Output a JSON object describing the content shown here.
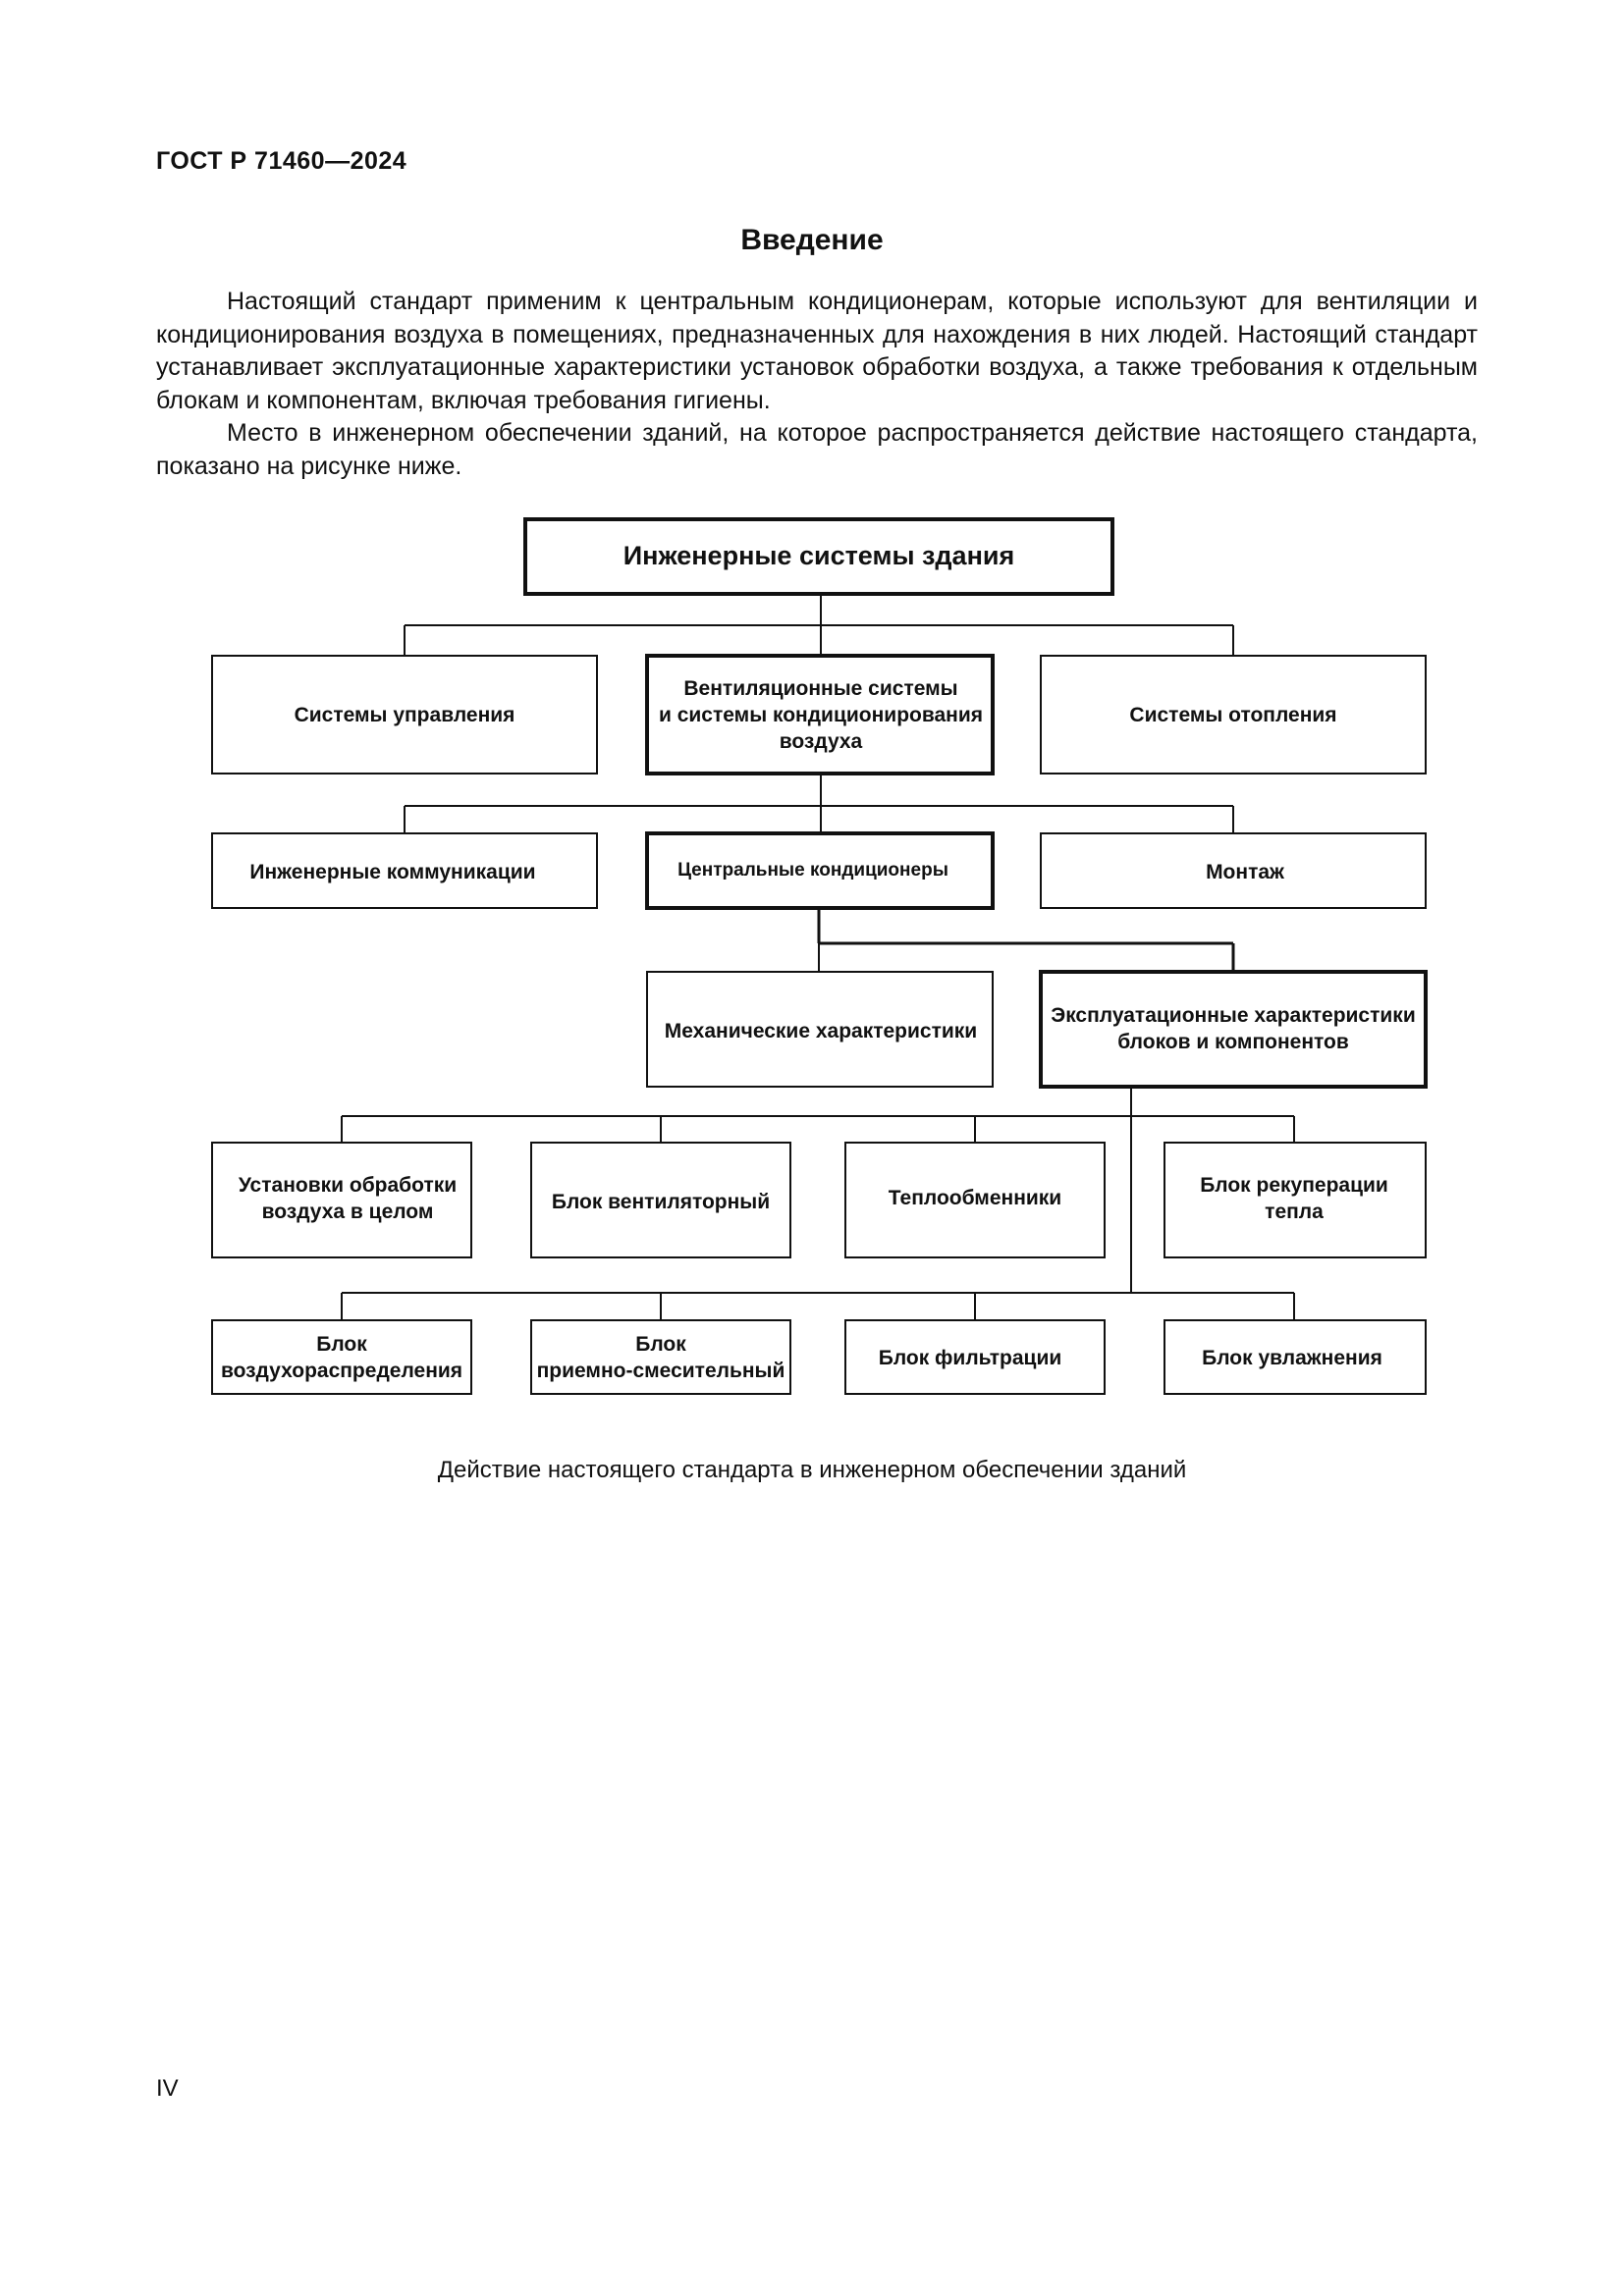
{
  "header": {
    "document_code": "ГОСТ Р 71460—2024"
  },
  "section": {
    "title": "Введение",
    "paragraphs": [
      "Настоящий стандарт применим к центральным кондиционерам, которые используют для вентиляции и кондиционирования воздуха в помещениях, предназначенных для нахождения в них людей. Настоящий стандарт устанавливает эксплуатационные характеристики установок обработки воздуха, а также требования к отдельным блокам и компонентам, включая требования гигиены.",
      "Место в инженерном обеспечении зданий, на которое распространяется действие настоящего стандарта, показано на рисунке ниже."
    ]
  },
  "diagram": {
    "root": {
      "lines": [
        "Инженерные системы здания"
      ]
    },
    "level1": [
      {
        "lines": [
          "Системы управления"
        ]
      },
      {
        "lines": [
          "Вентиляционные системы",
          "и системы кондиционирования",
          "воздуха"
        ]
      },
      {
        "lines": [
          "Системы отопления"
        ]
      }
    ],
    "level2": [
      {
        "lines": [
          "Инженерные коммуникации"
        ]
      },
      {
        "lines": [
          "Центральные кондиционеры"
        ]
      },
      {
        "lines": [
          "Монтаж"
        ]
      }
    ],
    "level3": [
      {
        "lines": [
          "Механические характеристики"
        ]
      },
      {
        "lines": [
          "Эксплуатационные характеристики",
          "блоков и компонентов"
        ]
      }
    ],
    "level4": [
      {
        "lines": [
          "Установки обработки",
          "воздуха в целом"
        ]
      },
      {
        "lines": [
          "Блок вентиляторный"
        ]
      },
      {
        "lines": [
          "Теплообменники"
        ]
      },
      {
        "lines": [
          "Блок рекуперации",
          "тепла"
        ]
      }
    ],
    "level5": [
      {
        "lines": [
          "Блок",
          "воздухораспределения"
        ]
      },
      {
        "lines": [
          "Блок",
          "приемно-смесительный"
        ]
      },
      {
        "lines": [
          "Блок фильтрации"
        ]
      },
      {
        "lines": [
          "Блок увлажнения"
        ]
      }
    ]
  },
  "figure": {
    "caption": "Действие настоящего стандарта в инженерном обеспечении зданий"
  },
  "footer": {
    "page_number": "IV"
  }
}
